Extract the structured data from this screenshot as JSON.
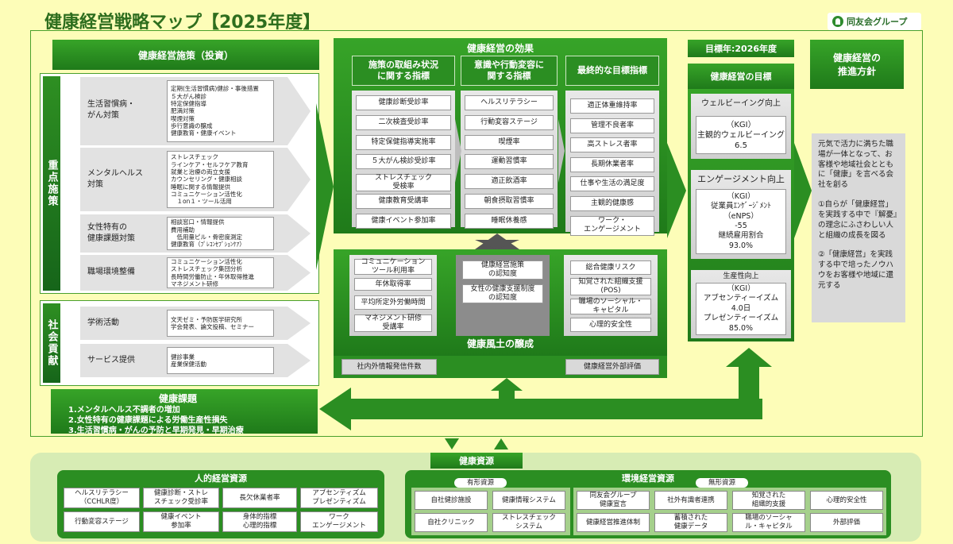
{
  "header": {
    "title": "健康経営戦略マップ【2025年度】",
    "logo_text": "同友会グループ"
  },
  "measures": {
    "heading": "健康経営施策（投資）",
    "priority_label": "重点施策",
    "social_label": "社会貢献",
    "priority": [
      {
        "name": "生活習慣病・\nがん対策",
        "items": "定期(生活習慣病)健診・事後措置\n５大がん検診\n特定保健指導\n肥満対策\n喫煙対策\n歩行意識の醸成\n健康教育・健康イベント"
      },
      {
        "name": "メンタルヘルス\n対策",
        "items": "ストレスチェック\nラインケア・セルフケア教育\n就業と治療の両立支援\nカウンセリング・健康相談\n睡眠に関する情報提供\nコミュニケーション活性化\n　１on１・ツール活用"
      },
      {
        "name": "女性特有の\n健康課題対策",
        "items": "相談窓口・情報提供\n費用補助\n　低用量ピル・骨密度測定\n健康教育（ﾌﾟﾚｺﾝｾﾌﾟｼｮﾝｹｱ）"
      },
      {
        "name": "職場環境整備",
        "items": "コミュニケーション活性化\nストレスチェック集団分析\n長時間労働防止・年休取得推進\nマネジメント研修"
      }
    ],
    "social": [
      {
        "name": "学術活動",
        "items": "文天ゼミ・予防医学研究所\n学会発表、論文投稿、セミナー"
      },
      {
        "name": "サービス提供",
        "items": "健診事業\n産業保健活動"
      }
    ]
  },
  "effects": {
    "heading": "健康経営の効果",
    "col1": {
      "head": "施策の取組み状況\nに関する指標",
      "items": [
        "健康診断受診率",
        "二次検査受診率",
        "特定保健指導実施率",
        "５大がん検診受診率",
        "ストレスチェック\n受検率",
        "健康教育受講率",
        "健康イベント参加率"
      ]
    },
    "col2": {
      "head": "意識や行動変容に\n関する指標",
      "items": [
        "ヘルスリテラシー",
        "行動変容ステージ",
        "喫煙率",
        "運動習慣率",
        "適正飲酒率",
        "朝食摂取習慣率",
        "睡眠休養感"
      ]
    },
    "col3": {
      "head": "最終的な目標指標",
      "items": [
        "適正体重維持率",
        "管理不良者率",
        "高ストレス者率",
        "長期休業者率",
        "仕事や生活の満足度",
        "主観的健康感",
        "ワーク・\nエンゲージメント"
      ]
    }
  },
  "culture": {
    "heading": "健康風土の醸成",
    "left": [
      "コミュニケーション\nツール利用率",
      "年休取得率",
      "平均所定外労働時間",
      "マネジメント研修\n受講率"
    ],
    "mid": [
      "健康経営施策\nの認知度",
      "女性の健康支援制度\nの認知度"
    ],
    "right": [
      "総合健康リスク",
      "知覚された組織支援\n(POS)",
      "職場のソーシャル・\nキャピタル",
      "心理的安全性"
    ],
    "bottom_left": "社内外情報発信件数",
    "bottom_right": "健康経営外部評価"
  },
  "goals": {
    "target_year": "目標年:2026年度",
    "heading": "健康経営の目標",
    "wellbeing": {
      "title": "ウェルビーイング向上",
      "body": "（KGI）\n主観的ウェルビーイング\n6.5"
    },
    "engagement": {
      "title": "エンゲージメント向上",
      "body": "（KGI）\n従業員ｴﾝｹﾞｰｼﾞﾒﾝﾄ\n（eNPS）\n-55\n継続雇用割合\n93.0%"
    },
    "productivity": {
      "title": "生産性向上",
      "body": "（KGI）\nアブセンティーイズム\n4.0日\nプレゼンティーイズム\n85.0%"
    }
  },
  "policy": {
    "heading": "健康経営の\n推進方針",
    "p1": "元気で活力に満ちた職場が一体となって、お客様や地域社会とともに「健康」を言べる会社を創る",
    "p2": "①自らが「健康経営」を実践する中で『解憂』の理念にふさわしい人と組織の成長を図る",
    "p3": "②「健康経営」を実践する中で培ったノウハウをお客様や地域に還元する"
  },
  "issues": {
    "heading": "健康課題",
    "items": [
      "1.メンタルヘルス不調者の増加",
      "2.女性特有の健康課題による労働生産性損失",
      "3.生活習慣病・がんの予防と早期発見・早期治療"
    ]
  },
  "resources": {
    "heading": "健康資源",
    "human": {
      "heading": "人的経営資源",
      "items": [
        "ヘルスリテラシー\n（CCHLR度）",
        "健康診断・ストレ\nスチェック受診率",
        "長欠休業者率",
        "アブセンティズム\nプレゼンティズム",
        "行動変容ステージ",
        "健康イベント\n参加率",
        "身体的指標\n心理的指標",
        "ワーク\nエンゲージメント"
      ]
    },
    "env": {
      "heading": "環境経営資源",
      "tangible_label": "有形資源",
      "intangible_label": "無形資源",
      "tangible": [
        "自社健診施設",
        "健康情報システム",
        "自社クリニック",
        "ストレスチェック\nシステム"
      ],
      "intangible": [
        "同友会グループ\n健康宣言",
        "社外有識者連携",
        "知覚された\n組織的支援",
        "心理的安全性",
        "健康経営推進体制",
        "蓄積された\n健康データ",
        "職場のソーシャ\nル・キャピタル",
        "外部評価"
      ]
    }
  },
  "colors": {
    "green": "#2b8e22",
    "dark_green": "#16651a",
    "bg": "#fdfdb8"
  }
}
